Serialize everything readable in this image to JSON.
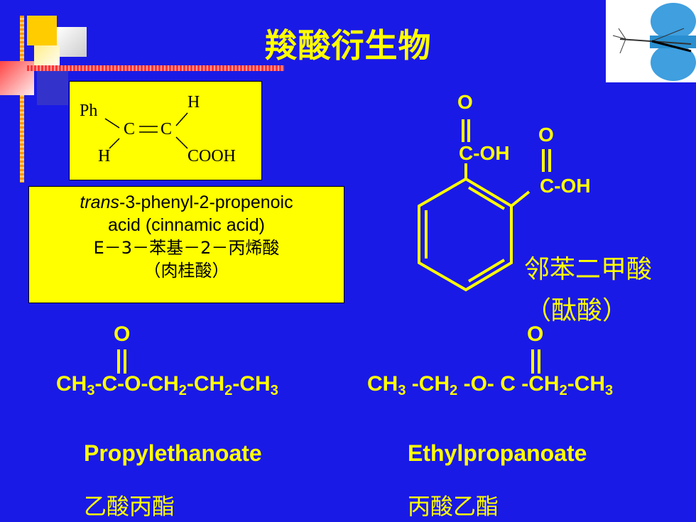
{
  "title": "羧酸衍生物",
  "cinnamic": {
    "struct": {
      "ph": "Ph",
      "c1": "C",
      "c2": "C",
      "h_top": "H",
      "h_bottom": "H",
      "cooh": "COOH"
    },
    "name_prefix": "trans",
    "name_rest": "-3-phenyl-2-propenoic",
    "name_line2": "acid (cinnamic acid)",
    "name_line3": "E－3－苯基－2－丙烯酸",
    "name_line4": "（肉桂酸）"
  },
  "phthalic": {
    "o1": "O",
    "group1": "C-OH",
    "o2": "O",
    "group2": "C-OH",
    "name": "邻苯二甲酸",
    "alias": "（酞酸）"
  },
  "ester1": {
    "o": "O",
    "formula_parts": [
      "CH",
      "3",
      "-C-O-CH",
      "2",
      "-CH",
      "2",
      "-CH",
      "3"
    ],
    "name": "Propylethanoate",
    "cn_name": "乙酸丙酯"
  },
  "ester2": {
    "o": "O",
    "formula_parts": [
      "CH",
      "3",
      " -CH",
      "2",
      " -O- C -CH",
      "2",
      "-CH",
      "3"
    ],
    "name": "Ethylpropanoate",
    "cn_name": "丙酸乙酯"
  },
  "colors": {
    "background": "#1a1ae6",
    "accent": "#ffff00"
  }
}
